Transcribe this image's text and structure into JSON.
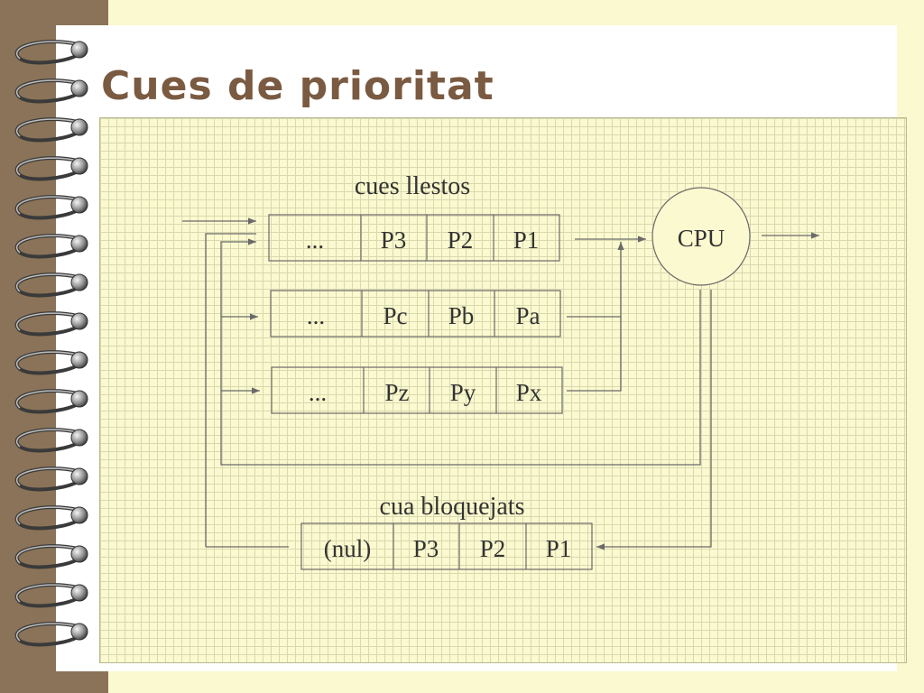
{
  "slide": {
    "title": "Cues de prioritat"
  },
  "diagram": {
    "ready_label": "cues llestos",
    "ready_queues": [
      {
        "cells": [
          "...",
          "P3",
          "P2",
          "P1"
        ]
      },
      {
        "cells": [
          "...",
          "Pc",
          "Pb",
          "Pa"
        ]
      },
      {
        "cells": [
          "...",
          "Pz",
          "Py",
          "Px"
        ]
      }
    ],
    "cpu_label": "CPU",
    "blocked_label": "cua bloquejats",
    "blocked_queue": {
      "cells": [
        "(nul)",
        "P3",
        "P2",
        "P1"
      ]
    }
  },
  "colors": {
    "background": "#fbf9cf",
    "spine": "#8a7358",
    "title": "#7a5a41",
    "grid_line": "#d7d9ae",
    "stroke": "#6a6a6a"
  }
}
